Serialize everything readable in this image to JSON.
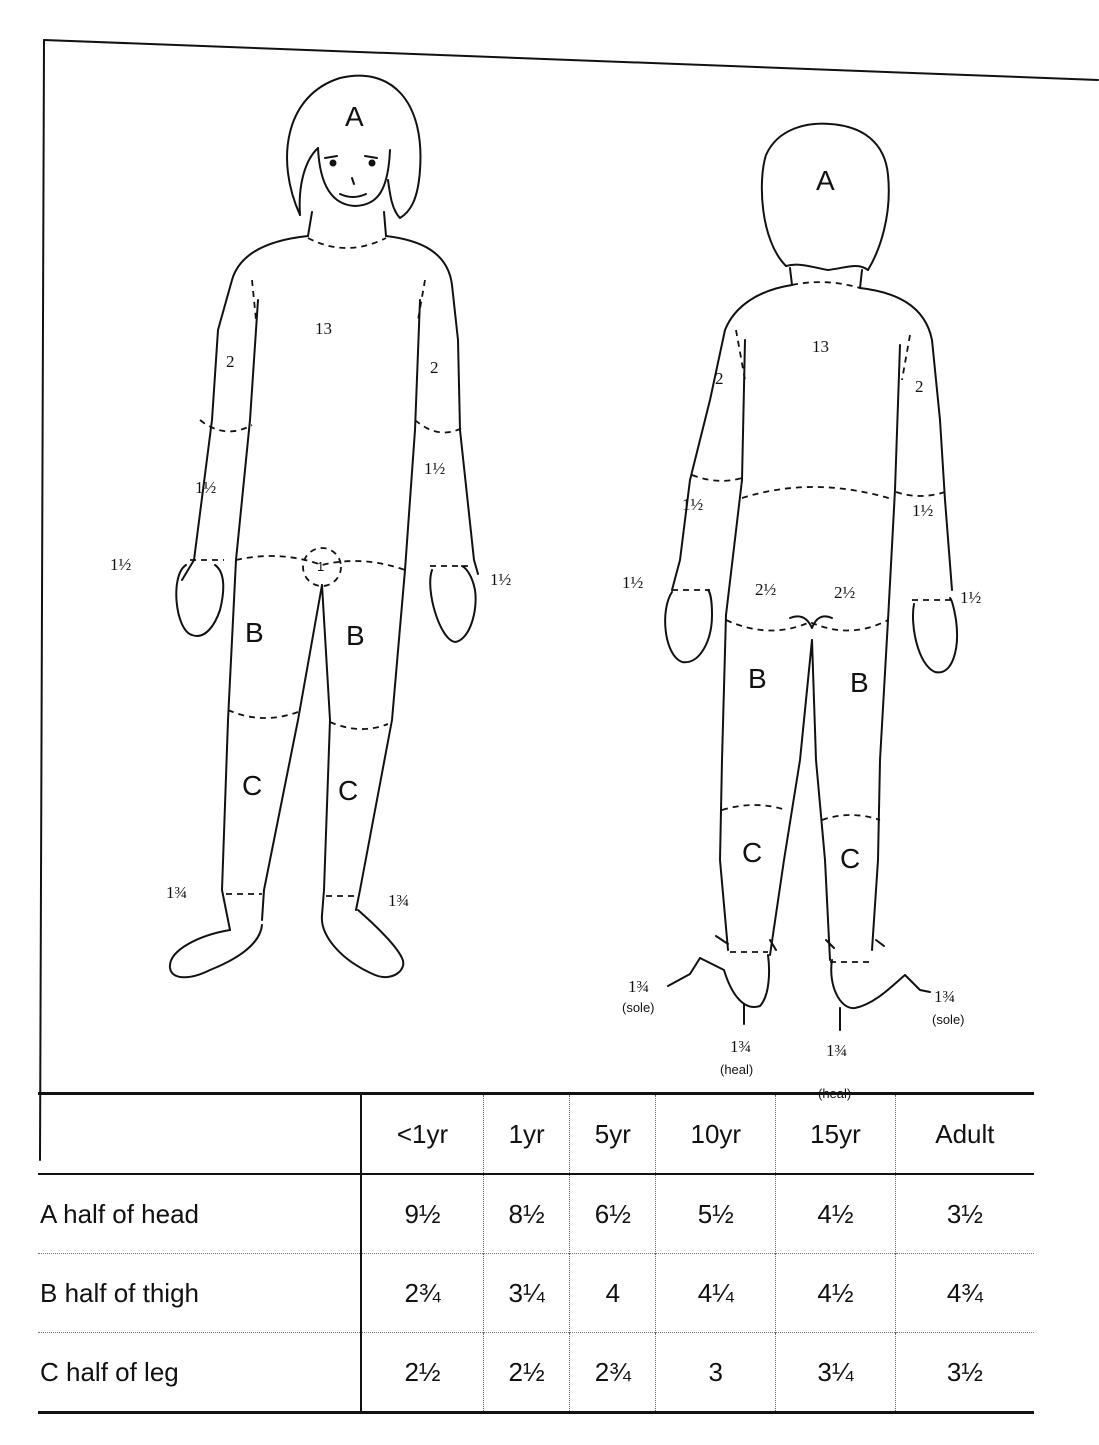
{
  "front": {
    "head": "A",
    "trunk": "13",
    "upper_arm_left": "2",
    "upper_arm_right": "2",
    "forearm_left": "1½",
    "forearm_right": "1½",
    "hand_left": "1½",
    "hand_right": "1½",
    "genitals": "1",
    "thigh_left": "B",
    "thigh_right": "B",
    "leg_left": "C",
    "leg_right": "C",
    "foot_left": "1¾",
    "foot_right": "1¾"
  },
  "back": {
    "head": "A",
    "trunk": "13",
    "upper_arm_left": "2",
    "upper_arm_right": "2",
    "forearm_left": "1½",
    "forearm_right": "1½",
    "hand_left": "1½",
    "hand_right": "1½",
    "buttock_left": "2½",
    "buttock_right": "2½",
    "thigh_left": "B",
    "thigh_right": "B",
    "leg_left": "C",
    "leg_right": "C",
    "sole_left": "1¾",
    "sole_left_note": "(sole)",
    "sole_right": "1¾",
    "sole_right_note": "(sole)",
    "heel_left": "1¾",
    "heel_left_note": "(heal)",
    "heel_right": "1¾",
    "heel_right_note": "(heal)"
  },
  "table": {
    "columns": [
      "<1yr",
      "1yr",
      "5yr",
      "10yr",
      "15yr",
      "Adult"
    ],
    "rows": [
      {
        "label": "A half of head",
        "values": [
          "9½",
          "8½",
          "6½",
          "5½",
          "4½",
          "3½"
        ]
      },
      {
        "label": "B half of thigh",
        "values": [
          "2¾",
          "3¼",
          "4",
          "4¼",
          "4½",
          "4¾"
        ]
      },
      {
        "label": "C half of leg",
        "values": [
          "2½",
          "2½",
          "2¾",
          "3",
          "3¼",
          "3½"
        ]
      }
    ]
  }
}
